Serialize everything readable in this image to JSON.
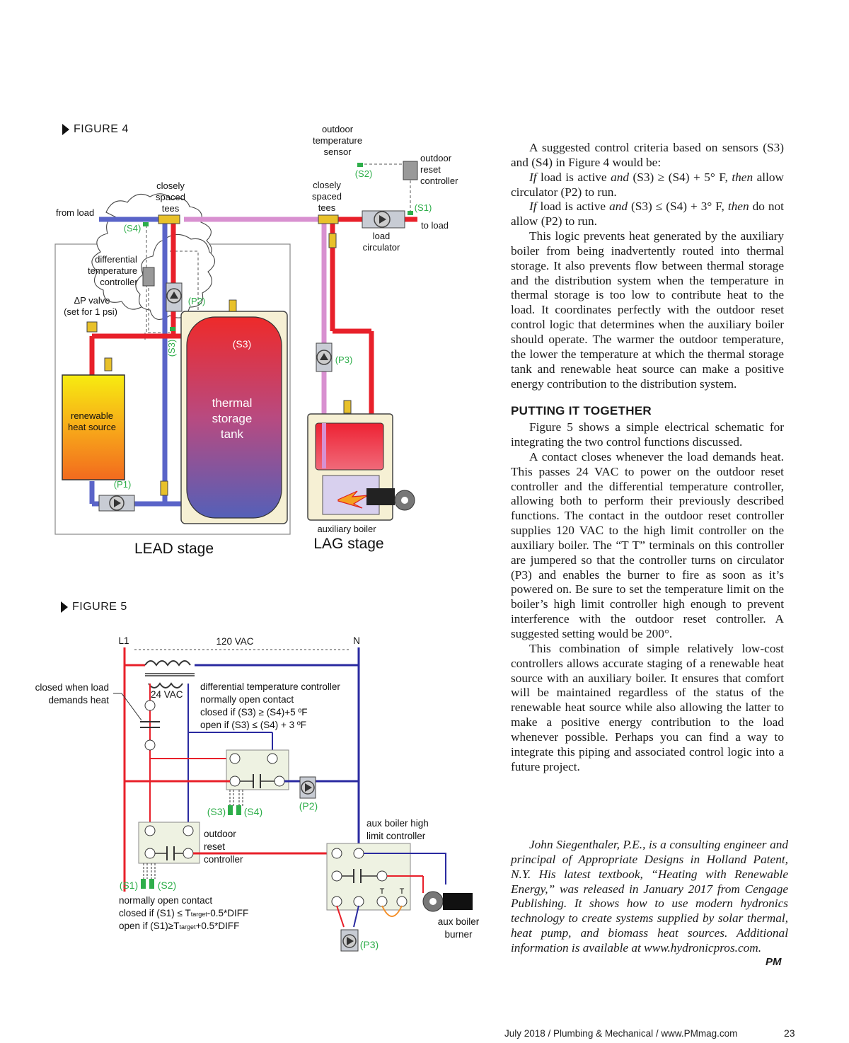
{
  "figure4": {
    "label": "FIGURE 4",
    "outdoor_sensor": [
      "outdoor",
      "temperature",
      "sensor"
    ],
    "outdoor_reset": [
      "outdoor",
      "reset",
      "controller"
    ],
    "closely_spaced_1": [
      "closely",
      "spaced",
      "tees"
    ],
    "closely_spaced_2": [
      "closely",
      "spaced",
      "tees"
    ],
    "from_load": "from load",
    "to_load": "to load",
    "load_circulator": [
      "load",
      "circulator"
    ],
    "diff_controller": [
      "differential",
      "temperature",
      "controller"
    ],
    "dp_valve": [
      "ΔP valve",
      "(set for 1 psi)"
    ],
    "renewable": [
      "renewable",
      "heat source"
    ],
    "tank": [
      "thermal",
      "storage",
      "tank"
    ],
    "aux_boiler": "auxiliary boiler",
    "lead_stage": "LEAD stage",
    "lag_stage": "LAG stage",
    "s1": "(S1)",
    "s2": "(S2)",
    "s3": "(S3)",
    "s4": "(S4)",
    "p1": "(P1)",
    "p2": "(P2)",
    "p3": "(P3)"
  },
  "figure5": {
    "label": "FIGURE 5",
    "l1": "L1",
    "n": "N",
    "vac120": "120 VAC",
    "vac24": "24 VAC",
    "closed_when": [
      "closed when load",
      "demands heat"
    ],
    "dtc": [
      "differential temperature controller",
      "normally open contact",
      "closed if (S3) ≥ (S4)+5 ºF",
      "open if (S3) ≤ (S4) + 3 ºF"
    ],
    "orc": [
      "outdoor",
      "reset",
      "controller"
    ],
    "aux_high": [
      "aux boiler high",
      "limit controller"
    ],
    "aux_burner": [
      "aux boiler",
      "burner"
    ],
    "noc": [
      "normally open contact",
      "closed if (S1) ≤ T",
      "target",
      "-0.5*DIFF",
      "open if (S1)≥T",
      "target",
      "+0.5*DIFF"
    ],
    "t": "T",
    "s1": "(S1)",
    "s2": "(S2)",
    "s3": "(S3)",
    "s4": "(S4)",
    "p2": "(P2)",
    "p3": "(P3)"
  },
  "article": {
    "p1a": "A suggested control criteria based on sensors (S3) and (S4) in Figure 4 would be:",
    "p2_if": "If",
    "p2_a": " load is active ",
    "p2_and": "and",
    "p2_b": " (S3) ≥ (S4) + 5° F, ",
    "p2_then": "then",
    "p2_c": " allow circulator (P2) to run.",
    "p3_if": "If",
    "p3_a": " load is active ",
    "p3_and": "and",
    "p3_b": " (S3) ≤ (S4) + 3° F, ",
    "p3_then": "then",
    "p3_c": " do not allow (P2) to run.",
    "p4": "This logic prevents heat generated by the auxiliary boiler from being inadvertently routed into thermal storage. It also prevents flow between thermal storage and the distribution system when the temperature in thermal storage is too low to contribute heat to the load. It coordinates perfectly with the outdoor reset control logic that determines when the auxiliary boiler should operate. The warmer the outdoor temperature, the lower the temperature at which the thermal storage tank and renewable heat source can make a positive energy contribution to the distribution system.",
    "heading": "PUTTING IT TOGETHER",
    "p5": "Figure 5 shows a simple electrical schematic for integrating the two control functions discussed.",
    "p6": "A contact closes whenever the load demands heat. This passes 24 VAC to power on the outdoor reset controller and the differential temperature controller, allowing both to perform their previously described functions. The contact in the outdoor reset controller supplies 120 VAC to the high limit controller on the auxiliary boiler. The “T T” terminals on this controller are jumpered so that the controller turns on circulator (P3) and enables the burner to fire as soon as it’s powered on. Be sure to set the temperature limit on the boiler’s high limit controller high enough to prevent interference with the outdoor reset controller. A suggested setting would be 200°.",
    "p7": "This combination of simple relatively low-cost controllers allows accurate staging of a renewable heat source with an auxiliary boiler. It ensures that comfort will be maintained regardless of the status of the renewable heat source while also allowing the latter to make a positive energy contribution to the load whenever possible. Perhaps you can find a way to integrate this piping and associated control logic into a future project.",
    "bio": "John Siegenthaler, P.E., is a consulting engineer and principal of Appropriate Designs in Holland Patent, N.Y. His latest textbook, “Heating with Renewable Energy,” was released in January 2017 from Cengage Publishing. It shows how to use modern hydronics technology to create systems supplied by solar thermal, heat pump, and biomass heat sources. Additional information is available at www.hydronicpros.com.",
    "pm_logo": "PM"
  },
  "footer": {
    "text": "July 2018  /  Plumbing & Mechanical  /  www.PMmag.com",
    "page": "23"
  }
}
